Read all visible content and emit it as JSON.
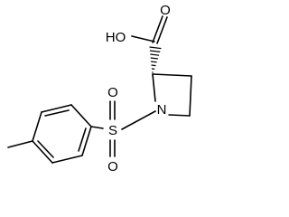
{
  "molecule": {
    "atoms": {
      "carboxyl_oxygen": "O",
      "hydroxyl": "HO",
      "nitrogen": "N",
      "sulfur": "S",
      "sulfonyl_oxygen_top": "O",
      "sulfonyl_oxygen_bottom": "O"
    },
    "stereo_bond": "hashed-wedge"
  },
  "colors": {
    "bond": "#000000",
    "label": "#000000",
    "background": "#ffffff"
  }
}
